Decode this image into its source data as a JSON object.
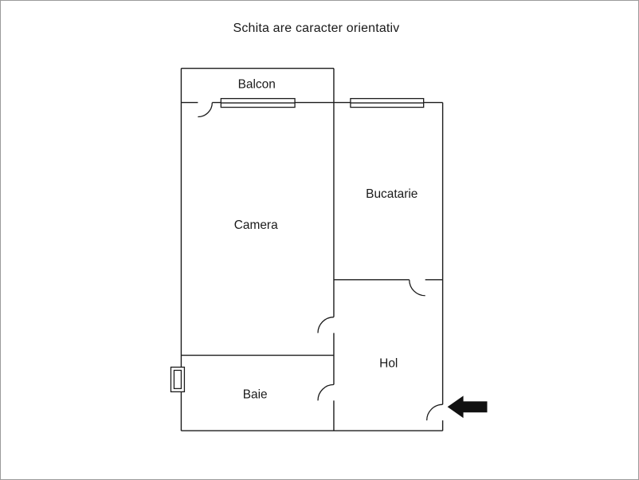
{
  "title": "Schita are caracter orientativ",
  "rooms": {
    "balcon": {
      "label": "Balcon"
    },
    "camera": {
      "label": "Camera"
    },
    "bucatarie": {
      "label": "Bucatarie"
    },
    "hol": {
      "label": "Hol"
    },
    "baie": {
      "label": "Baie"
    }
  },
  "icons": {
    "entrance_arrow": "left-arrow-icon"
  },
  "colors": {
    "wall": "#1c1c1c",
    "text": "#1a1a1a",
    "frame_border": "#9b9b9b",
    "background": "#ffffff",
    "arrow": "#111111"
  }
}
